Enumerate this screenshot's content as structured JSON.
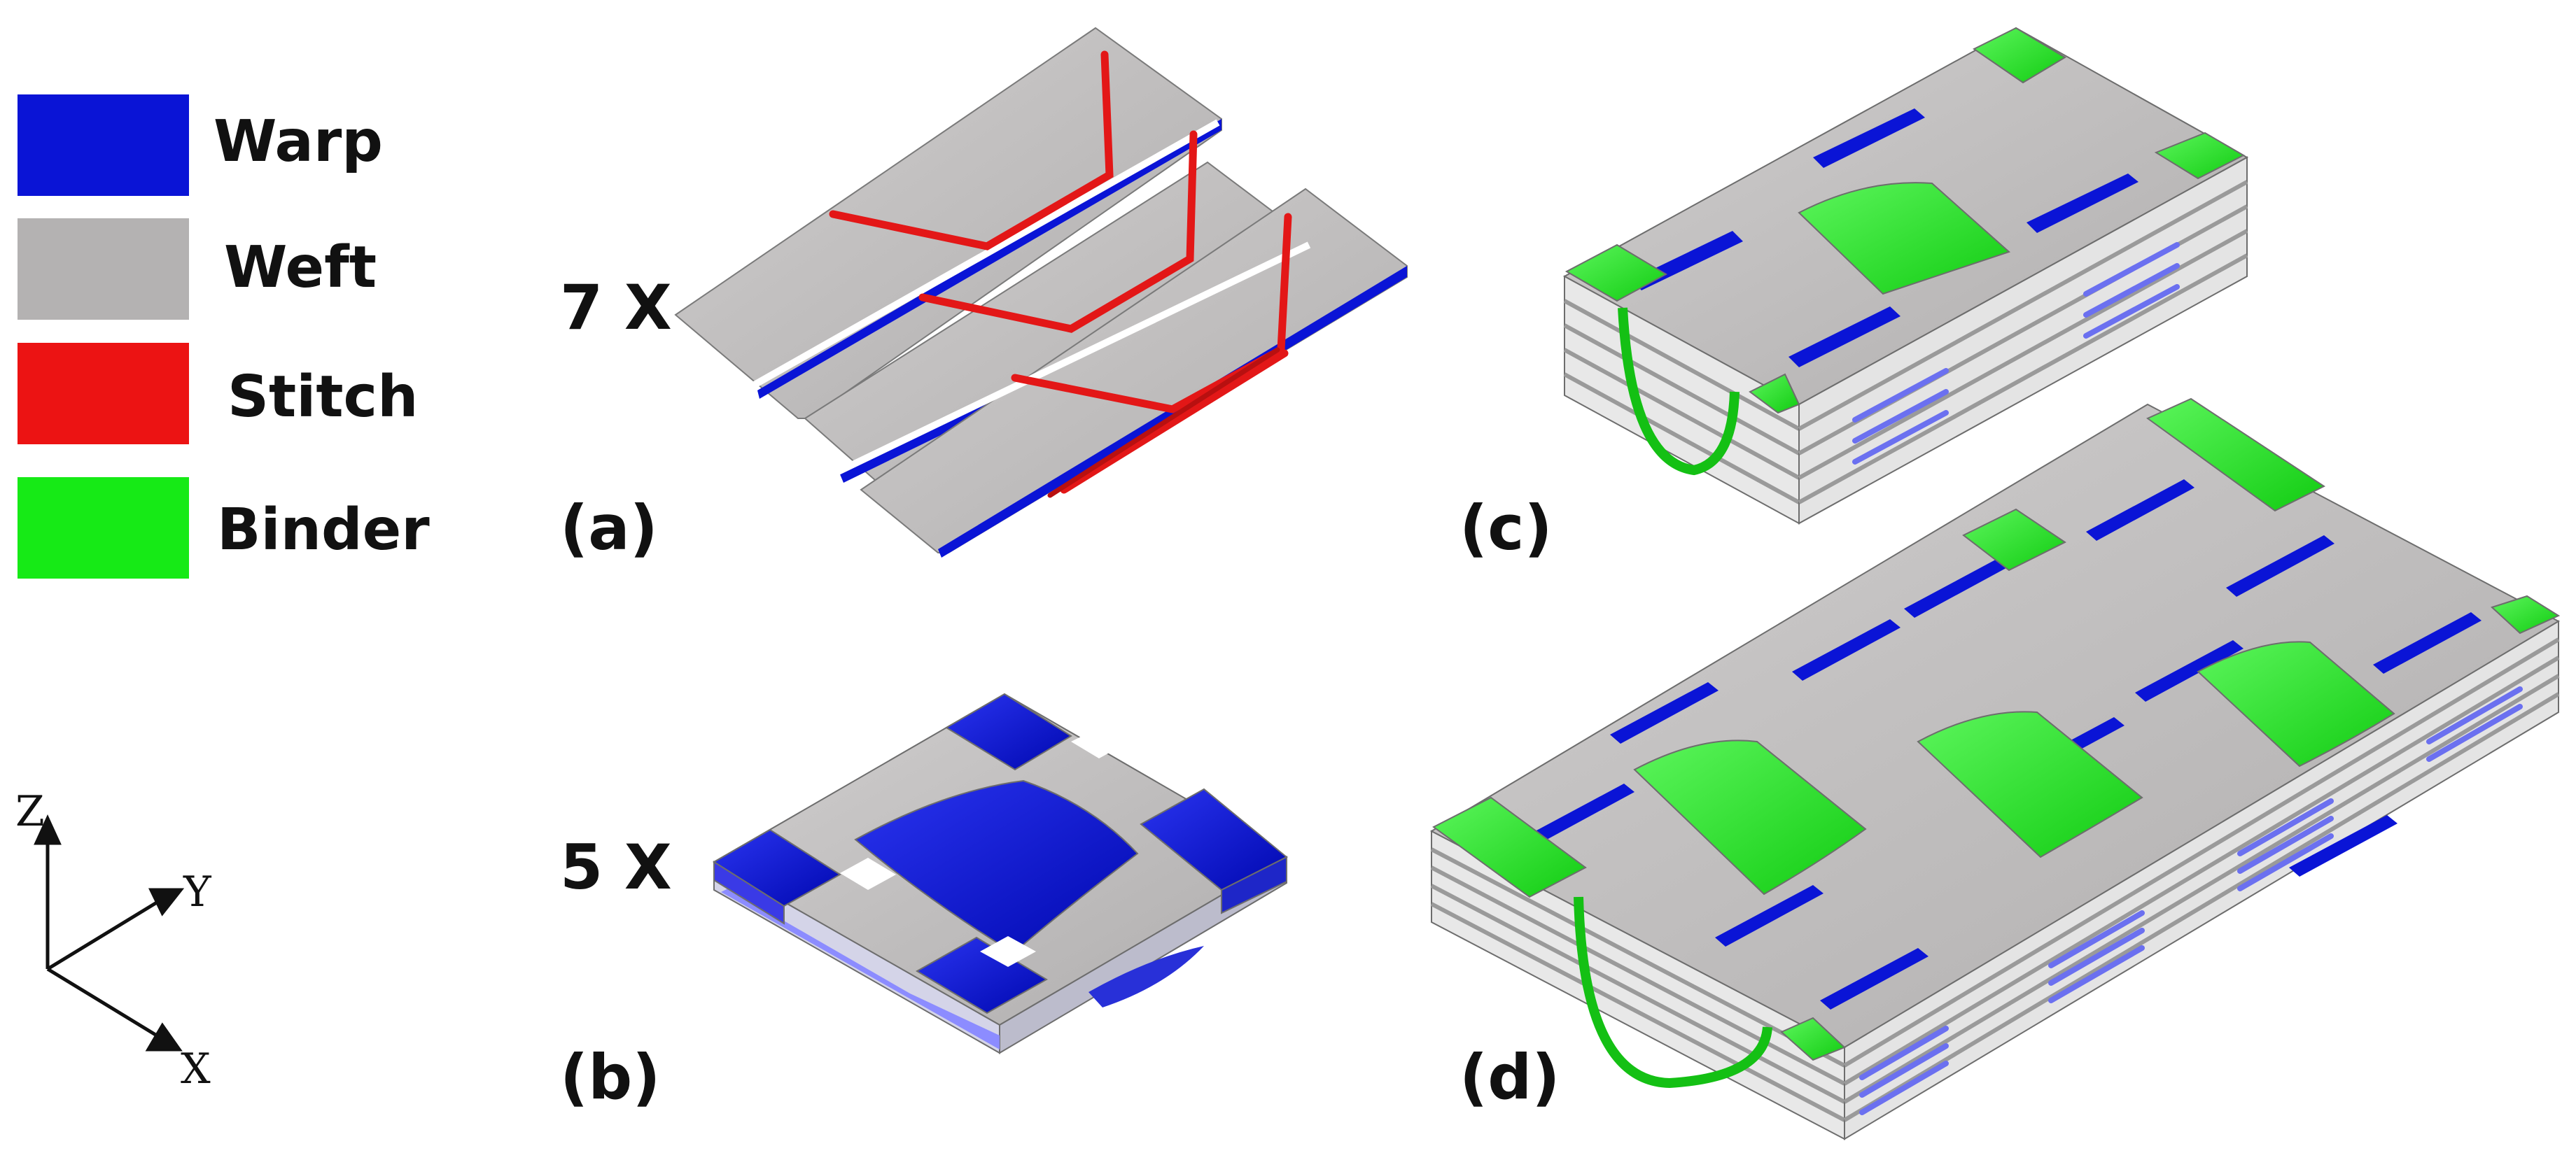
{
  "legend": {
    "items": [
      {
        "label": "Warp",
        "color": "#0a14d6"
      },
      {
        "label": "Weft",
        "color": "#b4b2b2"
      },
      {
        "label": "Stitch",
        "color": "#ec1313"
      },
      {
        "label": "Binder",
        "color": "#16ea16"
      }
    ]
  },
  "axes": {
    "z": "Z",
    "y": "Y",
    "x": "X"
  },
  "multipliers": {
    "a": "7 X",
    "b": "5 X"
  },
  "panels": {
    "a": "(a)",
    "b": "(b)",
    "c": "(c)",
    "d": "(d)"
  },
  "colors": {
    "warp": "#0a14d6",
    "warp_light": "#7a80ee",
    "weft": "#b4b2b2",
    "weft_top": "#c2c0c0",
    "weft_side": "#9a9898",
    "stitch": "#ec1313",
    "binder": "#16ea16",
    "outline": "#6d6d6d"
  }
}
